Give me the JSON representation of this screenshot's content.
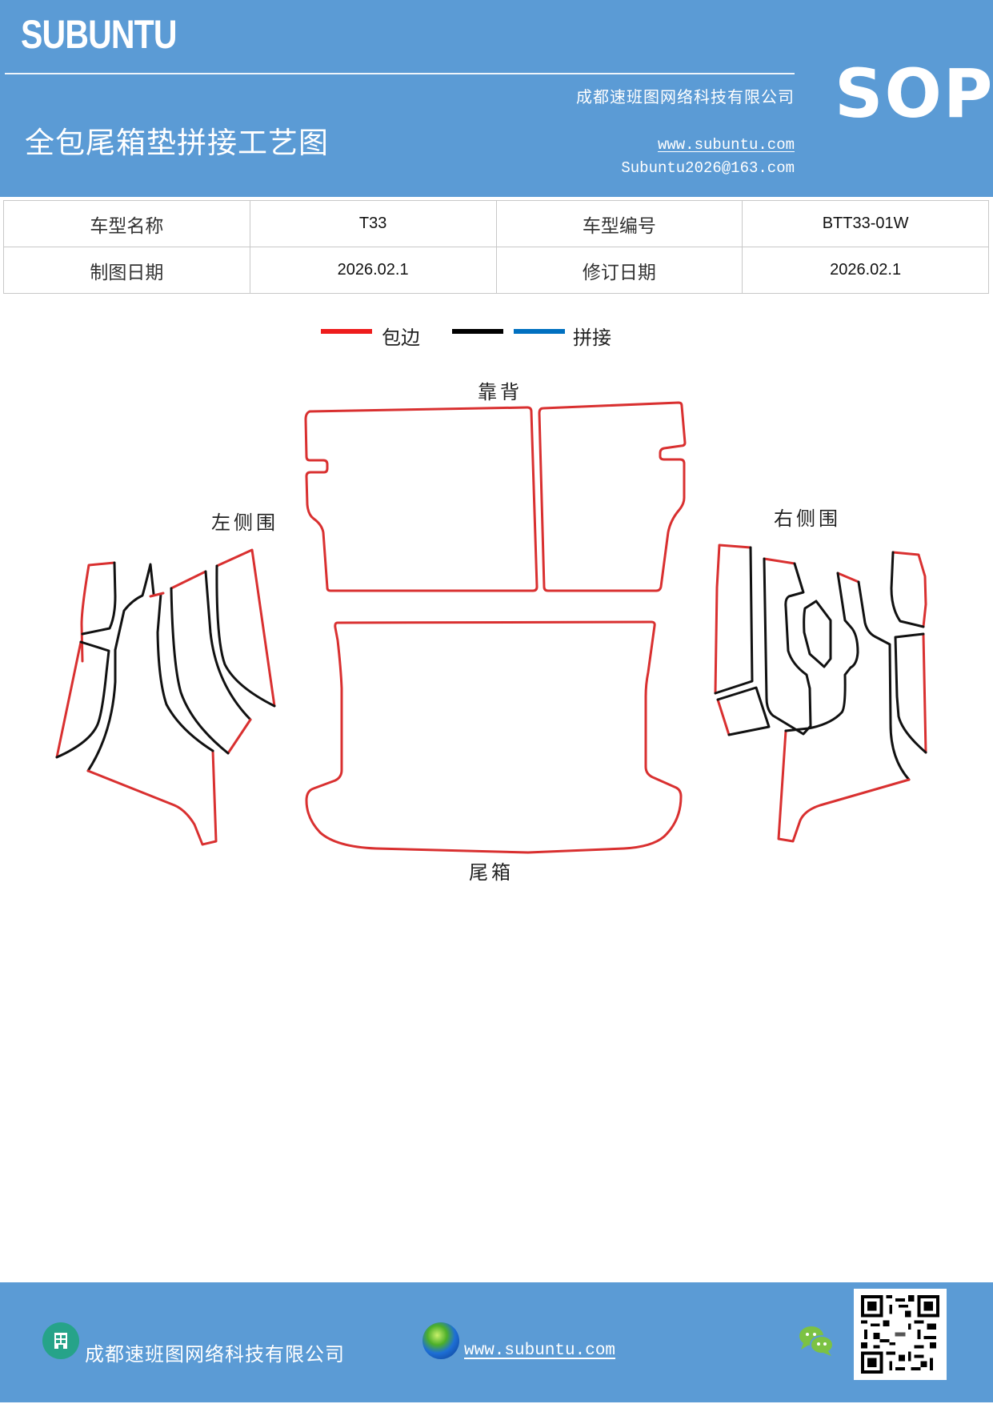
{
  "header": {
    "brand": "SUBUNTU",
    "company": "成都速班图网络科技有限公司",
    "title": "全包尾箱垫拼接工艺图",
    "website": "www.subuntu.com",
    "email": "Subuntu2026@163.com",
    "badge": "SOP",
    "background_color": "#5b9bd5"
  },
  "info_table": {
    "rows": [
      [
        {
          "label": "车型名称",
          "value": "T33"
        },
        {
          "label": "车型编号",
          "value": "BTT33-01W"
        }
      ],
      [
        {
          "label": "制图日期",
          "value": "2026.02.1"
        },
        {
          "label": "修订日期",
          "value": "2026.02.1"
        }
      ]
    ]
  },
  "legend": {
    "items": [
      {
        "label": "包边",
        "color": "#ee1c1c"
      },
      {
        "label": "",
        "color": "#000000"
      },
      {
        "label": "拼接",
        "color": "#0070c0"
      }
    ]
  },
  "diagram": {
    "edge_colors": {
      "binding": "#d93030",
      "seam": "#111111"
    },
    "parts": {
      "backrest": "靠背",
      "trunk": "尾箱",
      "left_side": "左侧围",
      "right_side": "右侧围"
    }
  },
  "footer": {
    "company": "成都速班图网络科技有限公司",
    "website": "www.subuntu.com",
    "building_icon": "building-icon",
    "globe_icon": "globe-icon",
    "wechat_icon": "wechat-icon",
    "qr_code": "qr-code"
  }
}
